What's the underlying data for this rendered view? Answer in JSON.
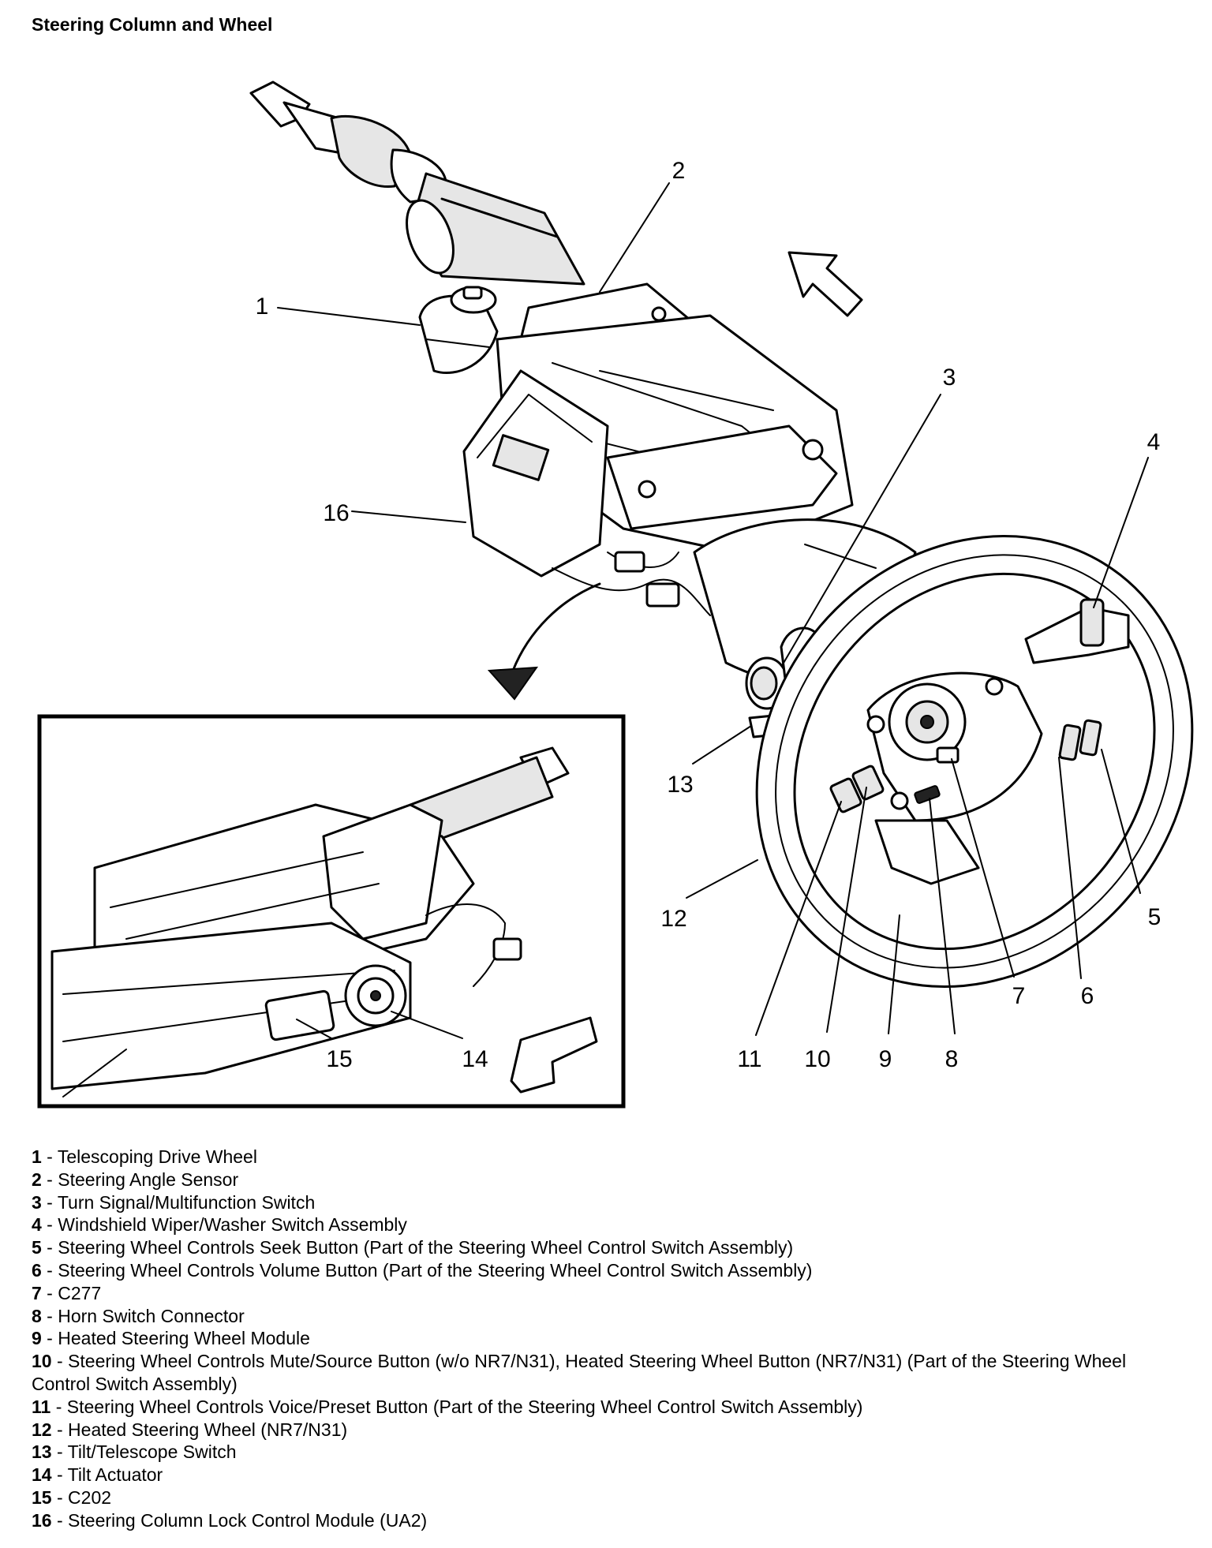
{
  "title": "Steering Column and Wheel",
  "callouts": {
    "c1": "1",
    "c2": "2",
    "c3": "3",
    "c4": "4",
    "c5": "5",
    "c6": "6",
    "c7": "7",
    "c8": "8",
    "c9": "9",
    "c10": "10",
    "c11": "11",
    "c12": "12",
    "c13": "13",
    "c14": "14",
    "c15": "15",
    "c16": "16"
  },
  "legend": [
    {
      "num": "1",
      "text": "Telescoping Drive Wheel"
    },
    {
      "num": "2",
      "text": "Steering Angle Sensor"
    },
    {
      "num": "3",
      "text": "Turn Signal/Multifunction Switch"
    },
    {
      "num": "4",
      "text": "Windshield Wiper/Washer Switch Assembly"
    },
    {
      "num": "5",
      "text": "Steering Wheel Controls Seek Button (Part of the Steering Wheel Control Switch Assembly)"
    },
    {
      "num": "6",
      "text": "Steering Wheel Controls Volume Button (Part of the Steering Wheel Control Switch Assembly)"
    },
    {
      "num": "7",
      "text": "C277"
    },
    {
      "num": "8",
      "text": "Horn Switch Connector"
    },
    {
      "num": "9",
      "text": "Heated Steering Wheel Module"
    },
    {
      "num": "10",
      "text": "Steering Wheel Controls Mute/Source Button (w/o NR7/N31), Heated Steering Wheel Button (NR7/N31) (Part of the Steering Wheel Control Switch Assembly)"
    },
    {
      "num": "11",
      "text": "Steering Wheel Controls Voice/Preset Button (Part of the Steering Wheel Control Switch Assembly)"
    },
    {
      "num": "12",
      "text": "Heated Steering Wheel (NR7/N31)"
    },
    {
      "num": "13",
      "text": "Tilt/Telescope Switch"
    },
    {
      "num": "14",
      "text": "Tilt Actuator"
    },
    {
      "num": "15",
      "text": "C202"
    },
    {
      "num": "16",
      "text": "Steering Column Lock Control Module (UA2)"
    }
  ]
}
